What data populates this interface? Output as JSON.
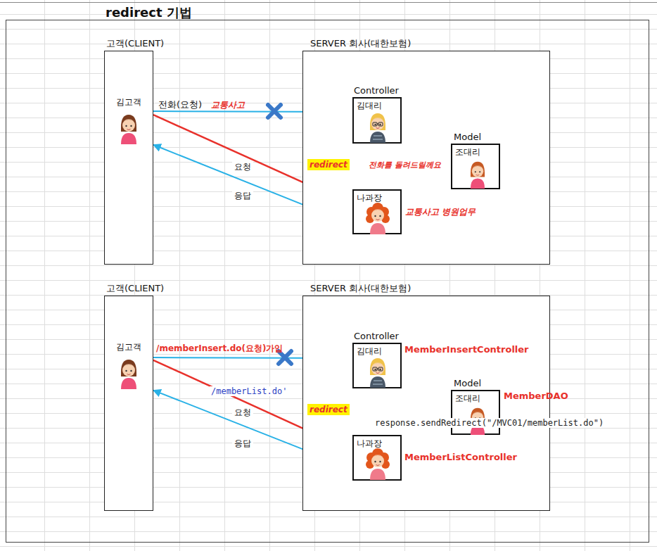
{
  "diagram": {
    "title": "redirect 기법",
    "nodes": [
      {
        "text": [
          "고객(CLIENT)",
          "김고객"
        ]
      },
      {
        "text": [
          "SERVER 회사(대한보험)"
        ]
      },
      {
        "text": [
          "Controller",
          "김대리"
        ],
        "in": 1
      },
      {
        "text": [
          "Model",
          "조대리"
        ],
        "in": 1
      },
      {
        "text": [
          "나과장"
        ],
        "in": 1
      },
      {
        "text": [
          "고객(CLIENT)",
          "김고객"
        ]
      },
      {
        "text": [
          "SERVER 회사(대한보험)"
        ]
      },
      {
        "text": [
          "Controller",
          "김대리"
        ],
        "in": 6
      },
      {
        "text": [
          "Model",
          "조대리"
        ],
        "in": 6
      },
      {
        "text": [
          "나과장"
        ],
        "in": 6
      }
    ],
    "edges": [
      {
        "from": 0,
        "to": 2,
        "label": "교통사고",
        "arrow": "to"
      },
      {
        "from": 2,
        "to": 4,
        "label": "redirect",
        "arrow": "to"
      },
      {
        "from": 2,
        "to": 4,
        "label": "전화를 돌려드릴께요",
        "arrow": "to"
      },
      {
        "from": 0,
        "to": 4,
        "label": "요청",
        "arrow": "to"
      },
      {
        "from": 4,
        "to": 0,
        "label": "응답",
        "arrow": "to"
      },
      {
        "from": 5,
        "to": 7,
        "label": "/memberInsert.do(요청)가입",
        "arrow": "to"
      },
      {
        "from": 7,
        "to": 9,
        "label": "redirect",
        "arrow": "to"
      },
      {
        "from": 7,
        "to": 9,
        "arrow": "to"
      },
      {
        "from": 7,
        "to": 8,
        "arrow": "to"
      },
      {
        "from": 5,
        "to": 9,
        "label": "요청",
        "arrow": "to"
      },
      {
        "from": 9,
        "to": 5,
        "label": "응답",
        "arrow": "to"
      }
    ],
    "labels": [
      "전화(요청)",
      "교통사고 병원업무",
      "/memberList.do'",
      "MemberInsertController",
      "MemberDAO",
      "response.sendRedirect(\"/MVC01/memberList.do\")",
      "MemberListController"
    ]
  }
}
